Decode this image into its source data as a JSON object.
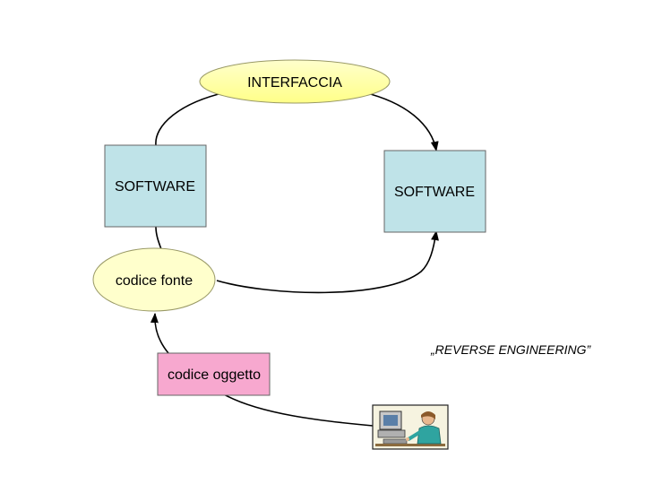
{
  "nodes": {
    "interface": {
      "label": "INTERFACCIA",
      "color": "#FFFF99"
    },
    "software_left": {
      "label": "SOFTWARE",
      "color": "#BFE3E8"
    },
    "software_right": {
      "label": "SOFTWARE",
      "color": "#BFE3E8"
    },
    "source_code": {
      "label": "codice fonte",
      "color": "#FFFFCC"
    },
    "object_code": {
      "label": "codice oggetto",
      "color": "#F7A8CF"
    }
  },
  "caption": "„REVERSE ENGINEERING”",
  "clipart": {
    "icon": "person-at-computer-icon"
  }
}
